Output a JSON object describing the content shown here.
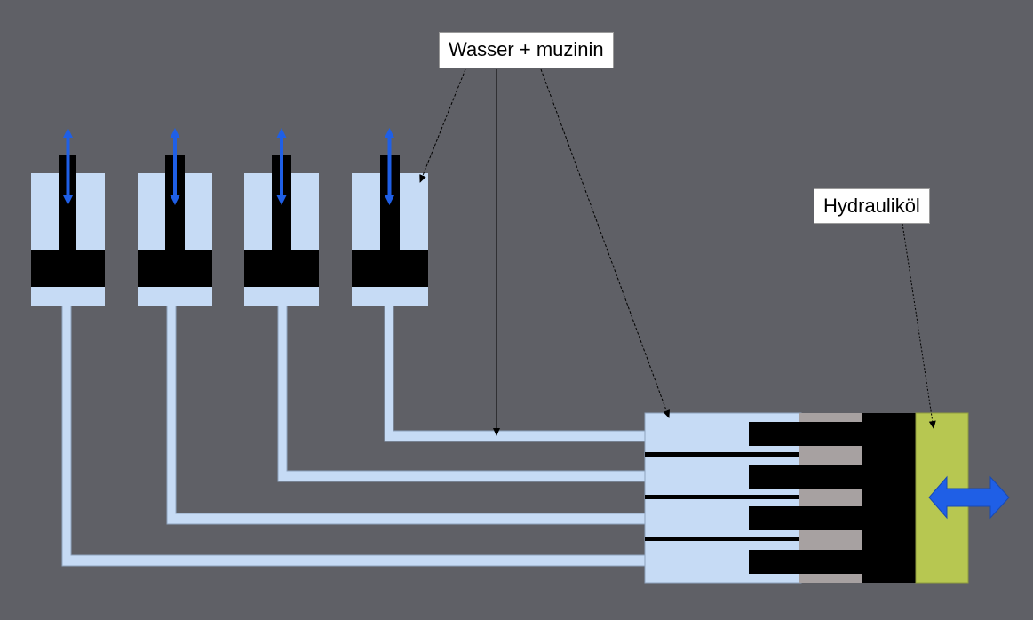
{
  "labels": {
    "water": "Wasser + muzinin",
    "oil": "Hydrauliköl"
  },
  "colors": {
    "background": "#5f6066",
    "water": "#c6dbf5",
    "piston": "#000000",
    "seal": "#a7a1a1",
    "oil": "#b7c751",
    "arrow": "#1f5fe6",
    "pipe_edge": "#8fa3bd"
  },
  "icons": {
    "cylinder_arrow": "double-arrow-vertical-icon",
    "actuator_arrow": "double-arrow-horizontal-icon"
  },
  "cylinders": [
    {
      "id": "cylinder-1"
    },
    {
      "id": "cylinder-2"
    },
    {
      "id": "cylinder-3"
    },
    {
      "id": "cylinder-4"
    }
  ]
}
